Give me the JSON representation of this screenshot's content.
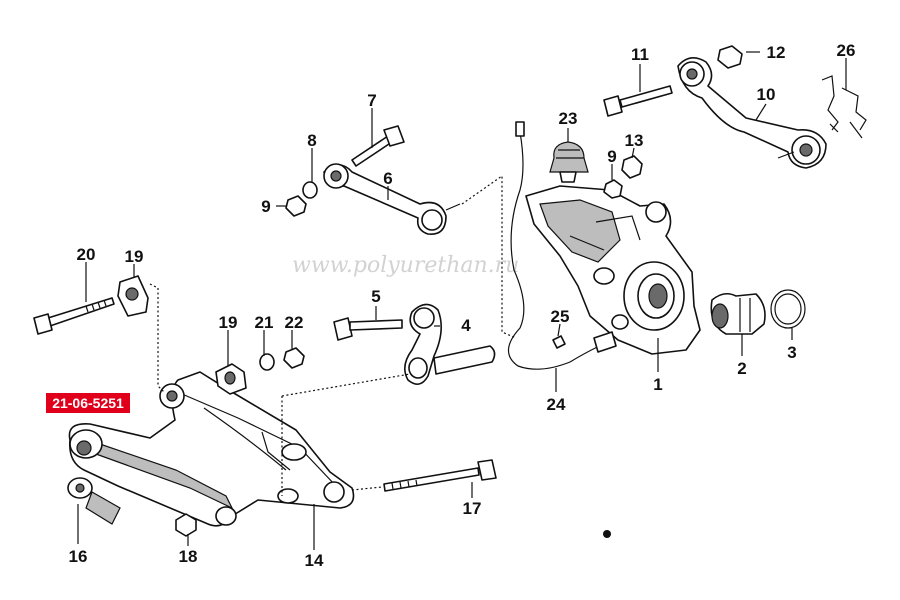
{
  "watermark": "www.polyurethan.ru",
  "highlight_code": "21-06-5251",
  "callouts": {
    "n1": "1",
    "n2": "2",
    "n3": "3",
    "n4": "4",
    "n5": "5",
    "n6": "6",
    "n7": "7",
    "n8": "8",
    "n9a": "9",
    "n9b": "9",
    "n10": "10",
    "n11": "11",
    "n12": "12",
    "n13": "13",
    "n14": "14",
    "n16": "16",
    "n17": "17",
    "n18": "18",
    "n19a": "19",
    "n19b": "19",
    "n20": "20",
    "n21": "21",
    "n22": "22",
    "n23": "23",
    "n24": "24",
    "n25": "25",
    "n26": "26"
  },
  "colors": {
    "highlight": "#e0001b",
    "line": "#111111",
    "watermark": "#d2d2d2"
  }
}
